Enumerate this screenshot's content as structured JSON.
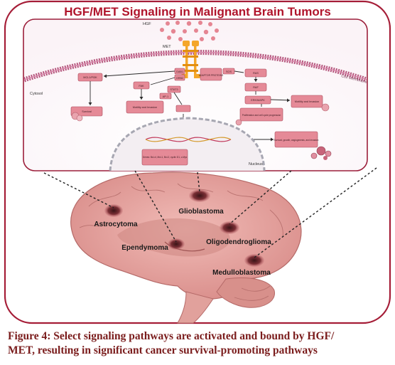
{
  "title": "HGF/MET Signaling in Malignant Brain Tumors",
  "molecules": {
    "hgf": "HGF",
    "met": "MET",
    "cell_membrane": "Cell Membrane",
    "cytosol": "Cytosol",
    "nucleus": "Nucleus"
  },
  "pathway_boxes": {
    "gab": "GAB1",
    "grb2": "GRB2",
    "adaptor": "ADAPTOR PROTEINS",
    "sos": "SOS",
    "mcl1": "MCL1/PI3K",
    "fak": "FAK",
    "stat3": "STAT3",
    "ras": "RAS",
    "raf": "RAF",
    "erk": "ERK/MAPK",
    "survival": "Survival",
    "motility1": "Motility and Invasion",
    "motility2": "Motility and Invasion",
    "proliferation": "Proliferation and cell cycle progression",
    "survival_growth": "Survival, growth, angiogenesis, and invasion",
    "ap1": "AP-1",
    "genes": "Genes: Bcl-xl, Mcl-1, Bcl-2, cyclin D1, c-Myc"
  },
  "tumors": {
    "glioblastoma": "Glioblastoma",
    "astrocytoma": "Astrocytoma",
    "ependymoma": "Ependymoma",
    "oligodendroglioma": "Oligodendroglioma",
    "medulloblastoma": "Medulloblastoma"
  },
  "caption": {
    "line1": "Figure 4: Select signaling pathways are activated and bound by HGF/",
    "line2": "MET, resulting in significant cancer survival-promoting pathways"
  },
  "colors": {
    "title_red": "#b0142b",
    "panel_border": "#9c1f3b",
    "box_fill": "#e58a97",
    "box_border": "#a8485a",
    "brain_pink": "#e9aaa6",
    "receptor_orange": "#f4a62a",
    "caption_red": "#7a1c1c"
  }
}
